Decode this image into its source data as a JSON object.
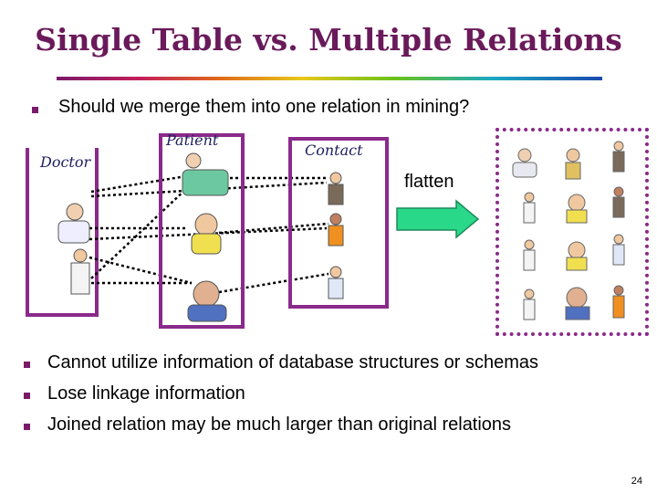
{
  "title": "Single Table vs. Multiple Relations",
  "question": "Should we merge them into one relation in mining?",
  "labels": {
    "doctor": "Doctor",
    "patient": "Patient",
    "contact": "Contact",
    "flatten": "flatten"
  },
  "bullets": [
    "Cannot utilize information of database structures or schemas",
    "Lose linkage information",
    "Joined relation may be much larger than original relations"
  ],
  "page_number": "24",
  "colors": {
    "accent": "#8a2a8a",
    "bullet": "#7a1a6a",
    "arrow": "#2ad88a"
  },
  "icons": [
    "doctor-figure-icon",
    "patient-figure-icon",
    "contact-figure-icon",
    "flatten-arrow-icon"
  ]
}
